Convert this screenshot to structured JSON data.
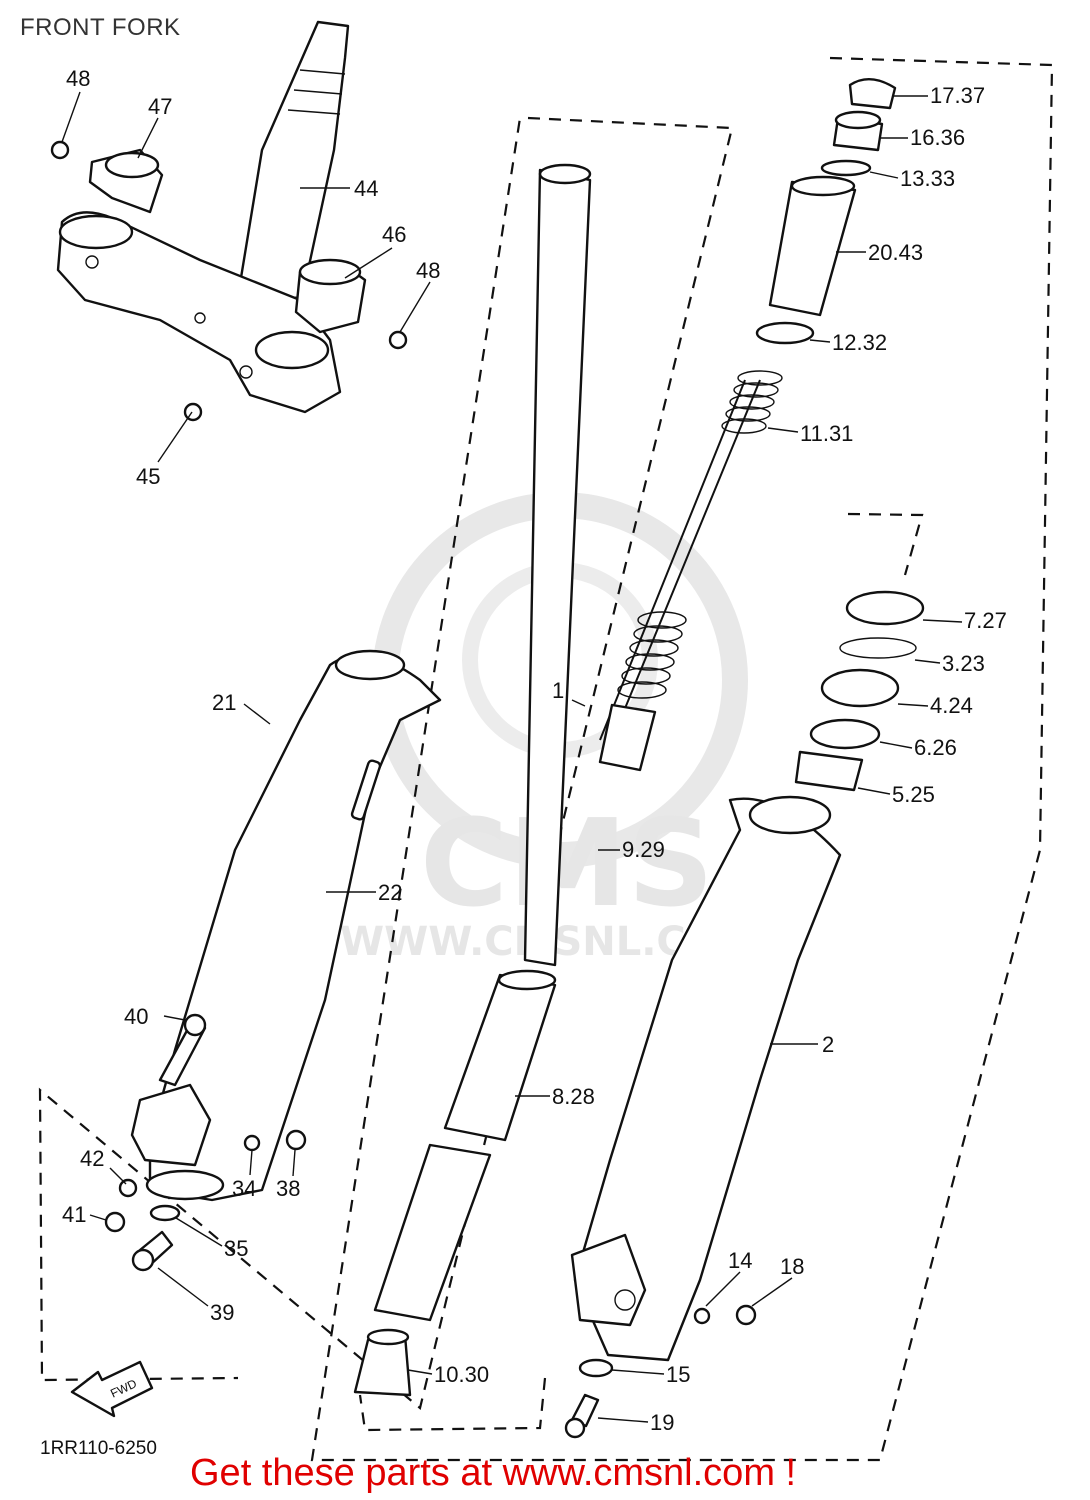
{
  "title": "FRONT FORK",
  "diagram_code": "1RR110-6250",
  "watermark": {
    "brand": "CMS",
    "site": "WWW.CMSNL.COM"
  },
  "fwd_label": "FWD",
  "footer": "Get these parts at www.cmsnl.com !",
  "callouts": {
    "c48a": "48",
    "c47": "47",
    "c44": "44",
    "c46": "46",
    "c48b": "48",
    "c45": "45",
    "c1737": "17.37",
    "c1636": "16.36",
    "c1333": "13.33",
    "c2043": "20.43",
    "c1232": "12.32",
    "c1131": "11.31",
    "c727": "7.27",
    "c323": "3.23",
    "c424": "4.24",
    "c626": "6.26",
    "c525": "5.25",
    "c929": "9.29",
    "c1": "1",
    "c21": "21",
    "c22": "22",
    "c2": "2",
    "c40": "40",
    "c828": "8.28",
    "c42": "42",
    "c34": "34",
    "c38": "38",
    "c41": "41",
    "c35": "35",
    "c39": "39",
    "c14": "14",
    "c18": "18",
    "c15": "15",
    "c1030": "10.30",
    "c19": "19"
  }
}
